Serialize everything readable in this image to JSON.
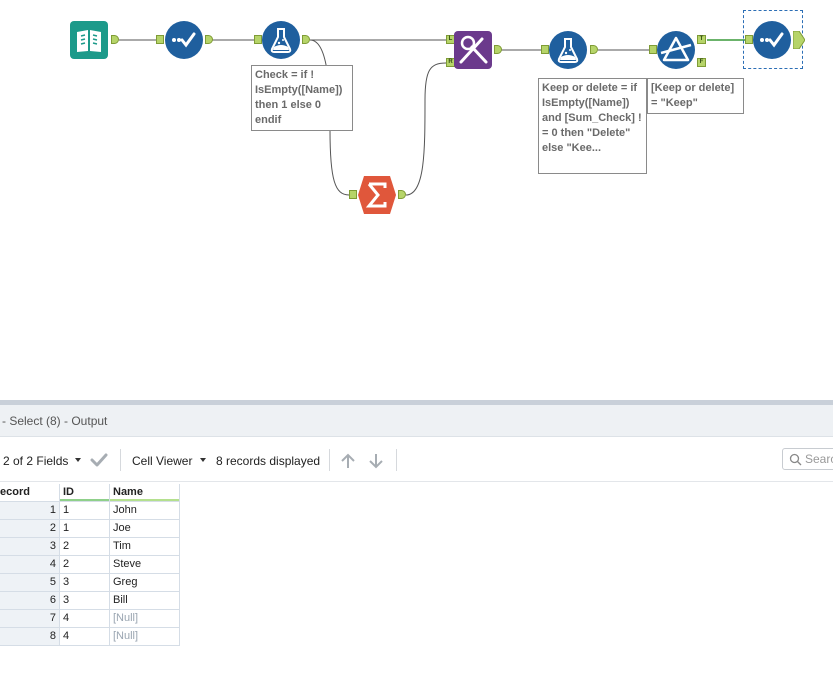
{
  "workflow": {
    "annotations": {
      "formula1": "Check = if !\nIsEmpty([Name])\nthen 1 else 0\nendif",
      "formula2": "Keep or delete = if\nIsEmpty([Name])\nand [Sum_Check] !\n= 0 then \"Delete\"\nelse \"Kee...",
      "filter": "[Keep or delete]\n= \"Keep\""
    },
    "anchor_labels": {
      "join_left": "L",
      "join_right": "R",
      "filter_true": "T",
      "filter_false": "F"
    },
    "tools": [
      {
        "name": "input-data-tool",
        "icon": "book-icon",
        "color": "#1c9a8a"
      },
      {
        "name": "select-tool",
        "icon": "checkmark-icon",
        "color": "#1f5f9e"
      },
      {
        "name": "formula-tool",
        "icon": "flask-icon",
        "color": "#1f5f9e"
      },
      {
        "name": "summarize-tool",
        "icon": "sigma-icon",
        "color": "#e0573b"
      },
      {
        "name": "join-tool",
        "icon": "join-icon",
        "color": "#6b3a8c"
      },
      {
        "name": "formula-tool-2",
        "icon": "flask-icon",
        "color": "#1f5f9e"
      },
      {
        "name": "filter-tool",
        "icon": "filter-icon",
        "color": "#1f5f9e"
      },
      {
        "name": "select-tool-2",
        "icon": "checkmark-icon",
        "color": "#1f5f9e"
      }
    ],
    "wire_color": "#555555",
    "true_wire_color": "#3a9a3a",
    "selection_color": "#2c6eb5"
  },
  "results": {
    "title": "- Select (8) - Output",
    "fields_label": "2 of 2 Fields",
    "cell_viewer_label": "Cell Viewer",
    "records_label": "8 records displayed",
    "search_placeholder": "Searc",
    "columns": [
      "ecord",
      "ID",
      "Name"
    ],
    "rows": [
      {
        "record": "1",
        "id": "1",
        "name": "John",
        "is_null": false
      },
      {
        "record": "2",
        "id": "1",
        "name": "Joe",
        "is_null": false
      },
      {
        "record": "3",
        "id": "2",
        "name": "Tim",
        "is_null": false
      },
      {
        "record": "4",
        "id": "2",
        "name": "Steve",
        "is_null": false
      },
      {
        "record": "5",
        "id": "3",
        "name": "Greg",
        "is_null": false
      },
      {
        "record": "6",
        "id": "3",
        "name": "Bill",
        "is_null": false
      },
      {
        "record": "7",
        "id": "4",
        "name": "[Null]",
        "is_null": true
      },
      {
        "record": "8",
        "id": "4",
        "name": "[Null]",
        "is_null": true
      }
    ]
  }
}
